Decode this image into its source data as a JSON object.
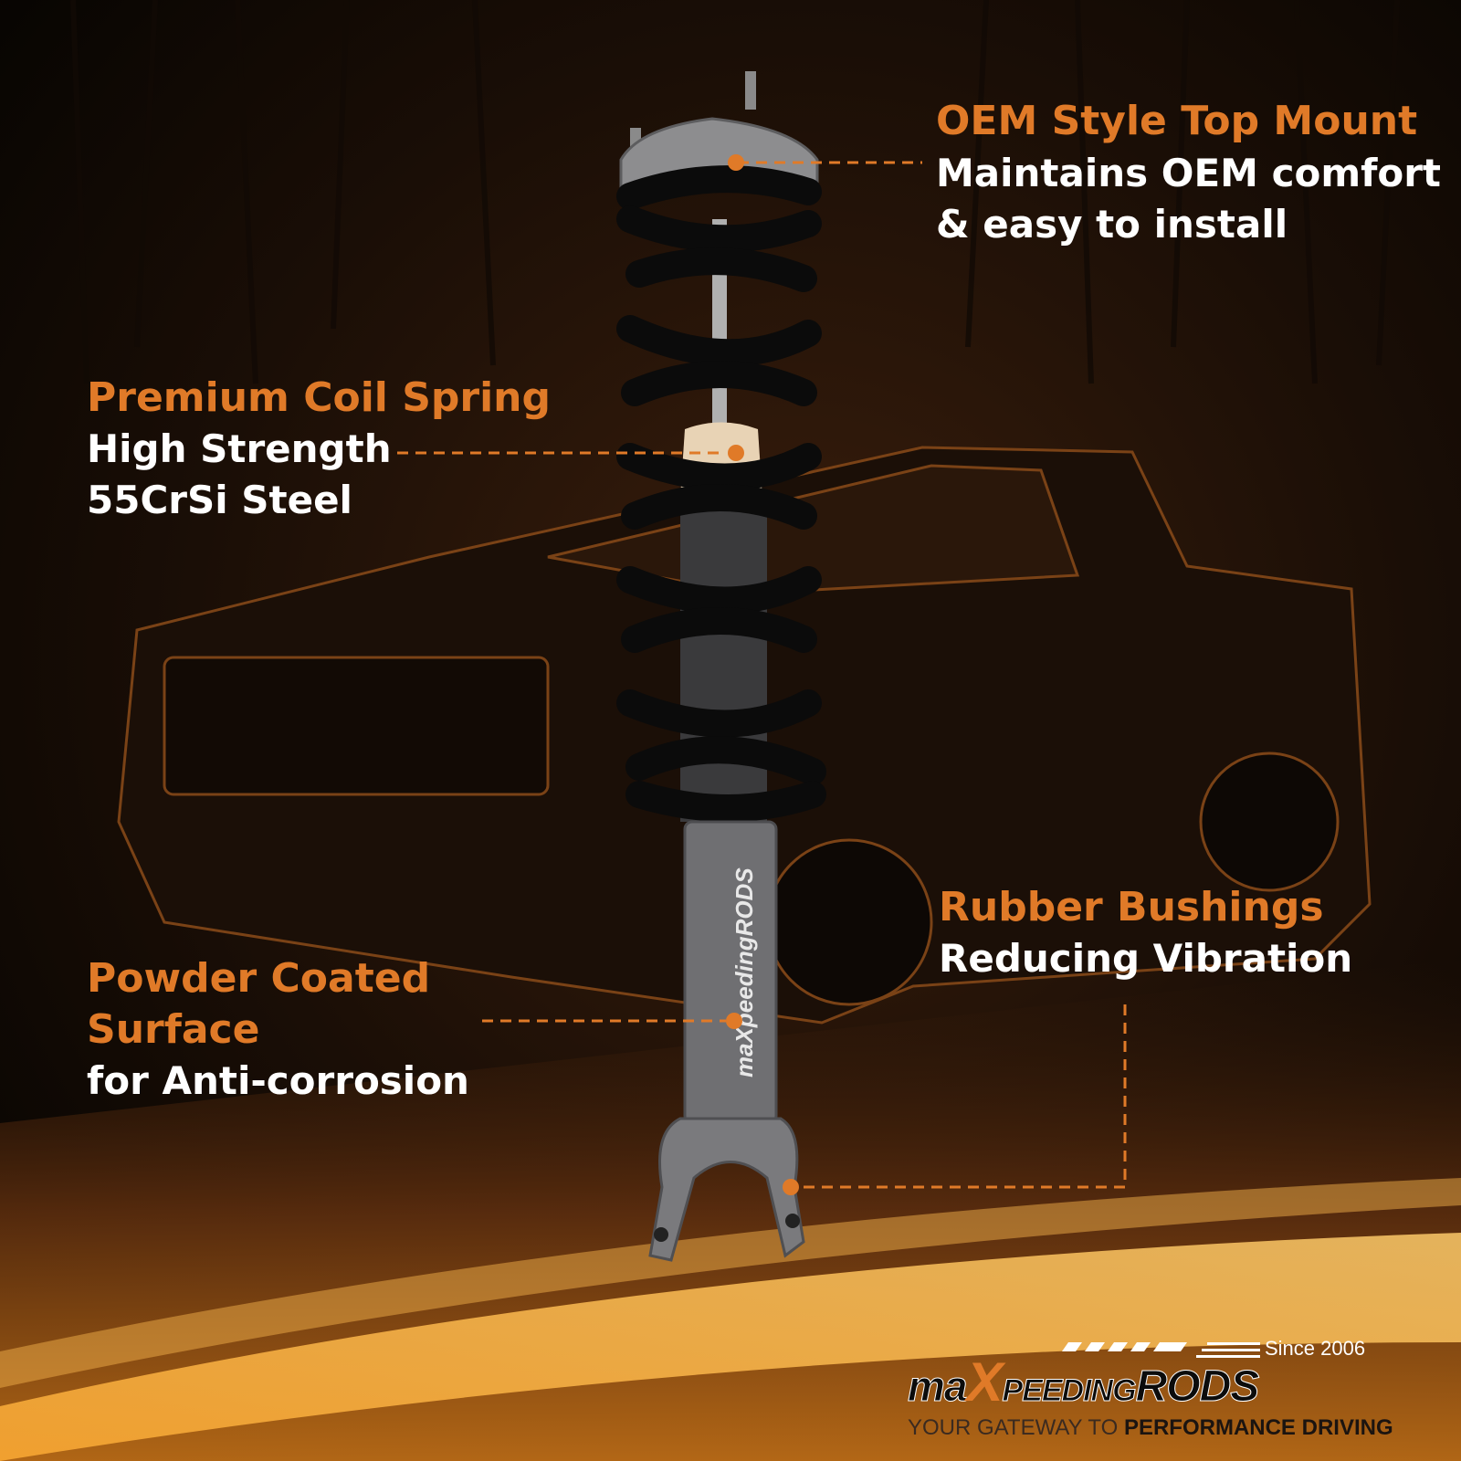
{
  "callouts": {
    "top_mount": {
      "title": "OEM Style Top Mount",
      "line1": "Maintains OEM comfort",
      "line2": "& easy to install"
    },
    "coil_spring": {
      "title": "Premium Coil Spring",
      "line1": "High Strength",
      "line2": "55CrSi Steel"
    },
    "bushings": {
      "title": "Rubber Bushings",
      "line1": "Reducing Vibration"
    },
    "coating": {
      "title_line1": "Powder Coated",
      "title_line2": "Surface",
      "line1": "for Anti-corrosion"
    }
  },
  "logo": {
    "since": "Since 2006",
    "word_1": "ma",
    "word_2": "X",
    "word_3": "PEEDING",
    "word_4": "RODS",
    "tagline_1": "YOUR GATEWAY TO ",
    "tagline_2": "PERFORMANCE DRIVING",
    "shock_print": "maXpeedingRODS"
  },
  "colors": {
    "accent": "#e07a28",
    "background": "#0a0603",
    "text": "#ffffff"
  }
}
